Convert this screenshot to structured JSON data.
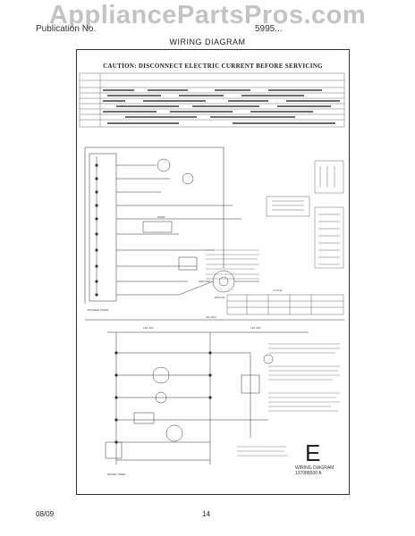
{
  "page": {
    "header_left": "Publication No.",
    "header_right": "5995...",
    "watermark": "AppliancePartsPros.com",
    "title": "WIRING DIAGRAM",
    "caution": "CAUTION:  DISCONNECT  ELECTRIC  CURRENT  BEFORE  SERVICING",
    "footer_date": "08/09",
    "footer_page": "14"
  },
  "diagram": {
    "letter": "E",
    "label_line1": "WIRING DIAGRAM",
    "label_line2": "137088500  A",
    "cycle_title": "CYCLE",
    "timer_label": "WASHER TIMER",
    "dryer_timer_label": "DRYER TIMER",
    "voltage_left": "120 VAC",
    "voltage_right": "120 VAC",
    "voltage_total": "240 VAC",
    "pump_label": "PUMP",
    "motor_label": "MOTOR",
    "ground_label": "GROUND"
  },
  "colors": {
    "line": "#333333",
    "watermark": "#aaaaaa"
  }
}
